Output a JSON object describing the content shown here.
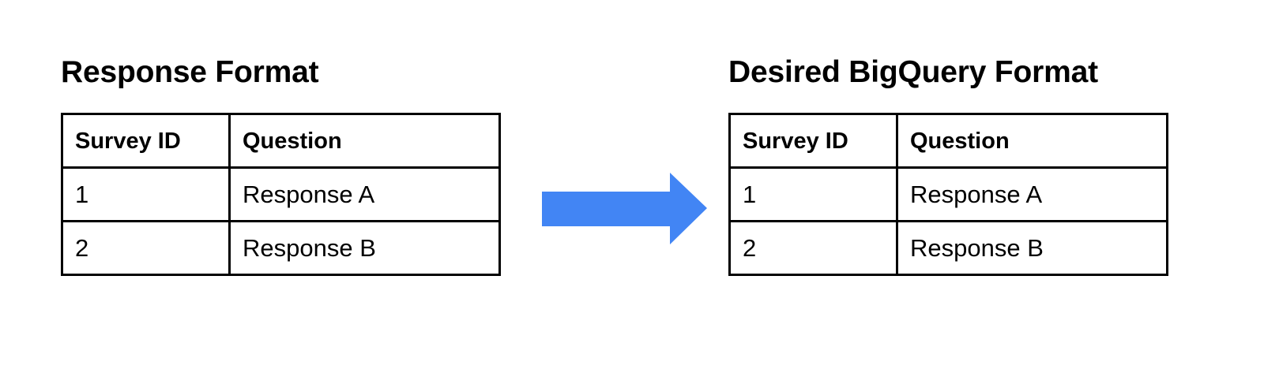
{
  "diagram": {
    "background_color": "#ffffff",
    "arrow": {
      "icon": "right-arrow-icon",
      "color": "#4285f4",
      "direction": "right",
      "label": ""
    },
    "panels": [
      {
        "id": "response-format",
        "title": "Response Format",
        "table": {
          "headers": [
            "Survey ID",
            "Question"
          ],
          "rows": [
            [
              "1",
              "Response A"
            ],
            [
              "2",
              "Response B"
            ]
          ]
        }
      },
      {
        "id": "desired-bigquery-format",
        "title": "Desired BigQuery Format",
        "table": {
          "headers": [
            "Survey ID",
            "Question"
          ],
          "rows": [
            [
              "1",
              "Response A"
            ],
            [
              "2",
              "Response B"
            ]
          ]
        }
      }
    ]
  }
}
